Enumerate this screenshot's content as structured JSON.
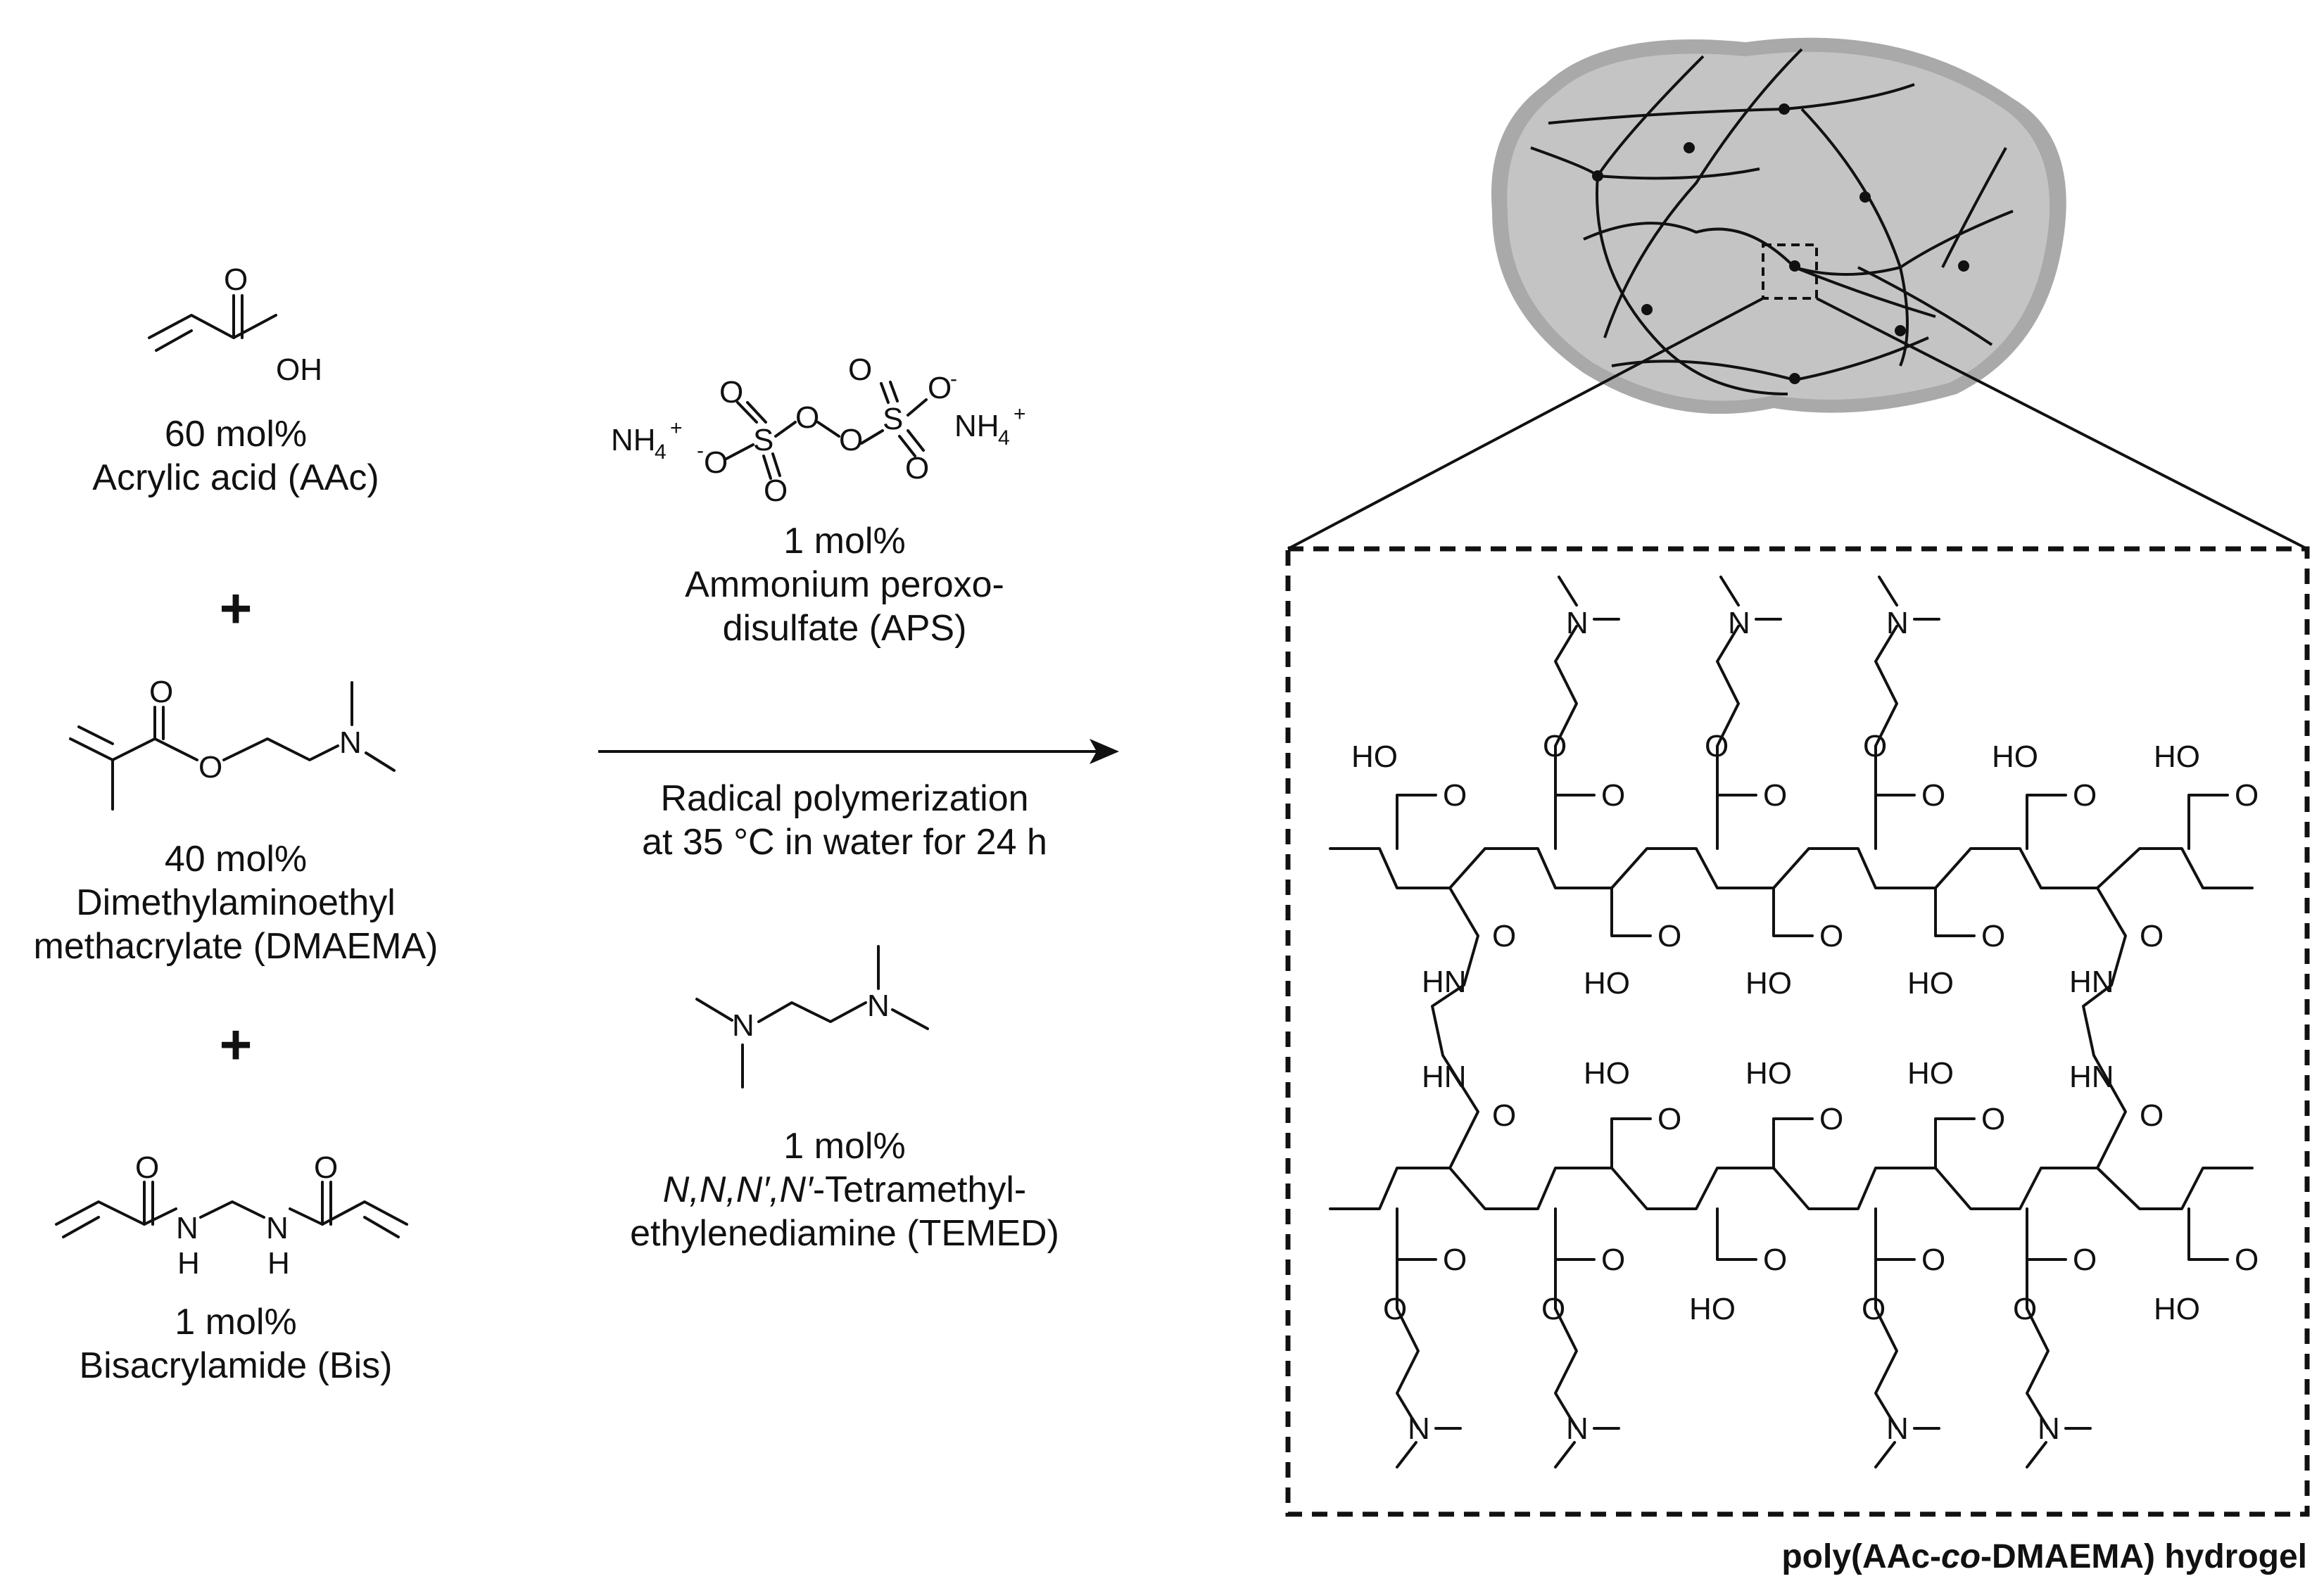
{
  "reactants": {
    "aac": {
      "percent": "60 mol%",
      "name": "Acrylic acid (AAc)",
      "oh": "OH",
      "o": "O"
    },
    "dmaema": {
      "percent": "40 mol%",
      "name_line1": "Dimethylaminoethyl",
      "name_line2": "methacrylate (DMAEMA)",
      "o": "O",
      "n": "N"
    },
    "bis": {
      "percent": "1 mol%",
      "name": "Bisacrylamide (Bis)",
      "o": "O",
      "n": "N",
      "h": "H"
    },
    "plus": "+"
  },
  "initiator": {
    "percent": "1 mol%",
    "name_line1": "Ammonium peroxo-",
    "name_line2": "disulfate (APS)",
    "nh4": "NH",
    "sub4": "4",
    "plus_charge": "+",
    "minus_charge": "-",
    "s": "S",
    "o": "O"
  },
  "conditions": {
    "line1": "Radical polymerization",
    "line2": "at 35 °C in water for 24 h"
  },
  "accelerator": {
    "percent": "1 mol%",
    "name_italic": "N,N,N′,N′",
    "name_rest": "-Tetramethyl-",
    "name_line2": "ethylenediamine (TEMED)",
    "n": "N"
  },
  "product": {
    "caption_pre": "poly(AAc-",
    "caption_italic": "co",
    "caption_post": "-DMAEMA) hydrogel",
    "labels": {
      "ho": "HO",
      "o": "O",
      "n": "N",
      "hn": "HN"
    }
  },
  "colors": {
    "hydrogel_fill": "#c4c4c4",
    "hydrogel_outline": "#a9a9a9",
    "ink": "#111111"
  }
}
